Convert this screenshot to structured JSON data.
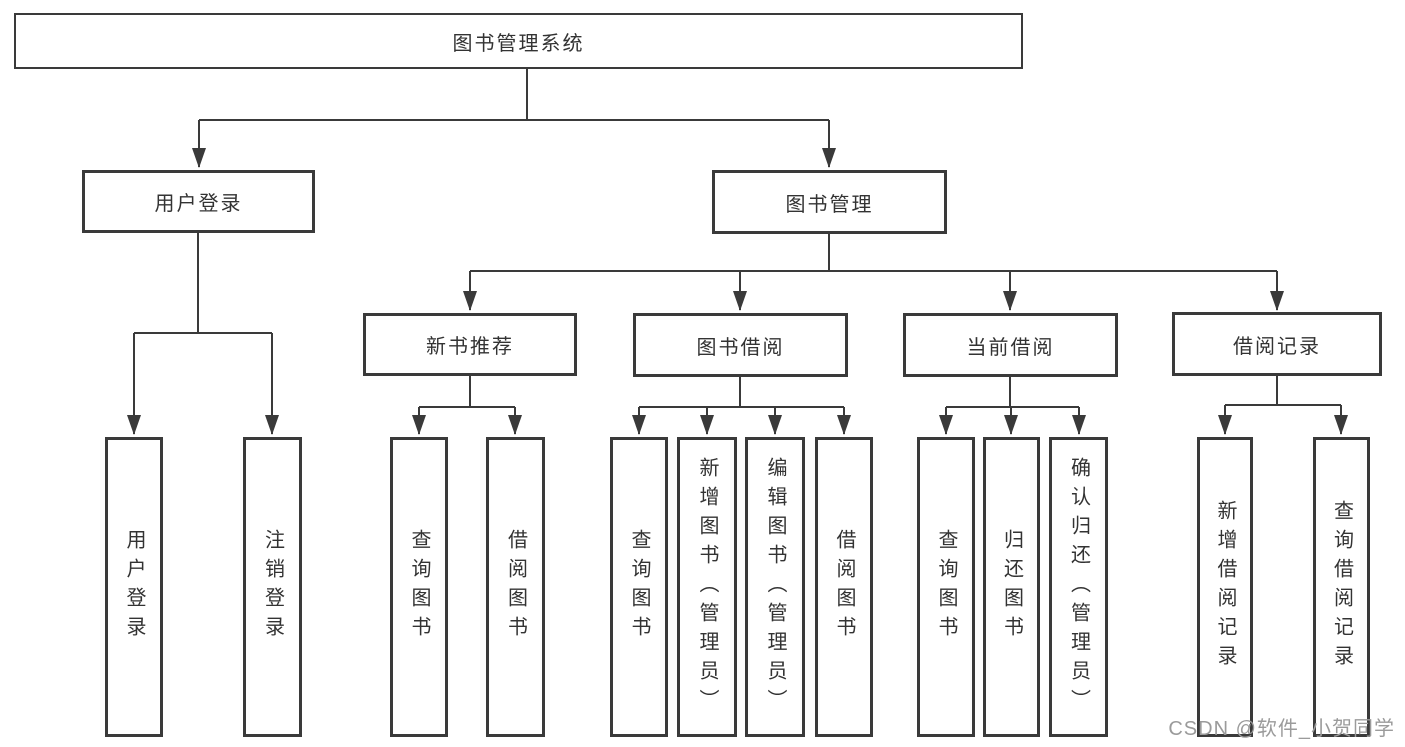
{
  "nodes": {
    "root": "图书管理系统",
    "userLogin": "用户登录",
    "bookMgmt": "图书管理",
    "newBookRec": "新书推荐",
    "bookBorrow": "图书借阅",
    "currentBorrow": "当前借阅",
    "borrowRecords": "借阅记录",
    "leafUserLogin": "用户登录",
    "leafLogout": "注销登录",
    "leafQueryBook1": "查询图书",
    "leafBorrowBook1": "借阅图书",
    "leafQueryBook2": "查询图书",
    "leafAddBook": "新增图书（管理员）",
    "leafEditBook": "编辑图书（管理员）",
    "leafBorrowBook2": "借阅图书",
    "leafQueryBook3": "查询图书",
    "leafReturnBook": "归还图书",
    "leafConfirmReturn": "确认归还（管理员）",
    "leafAddBorrowRecord": "新增借阅记录",
    "leafQueryBorrowRecord": "查询借阅记录"
  },
  "hierarchy": {
    "图书管理系统": {
      "用户登录": [
        "用户登录",
        "注销登录"
      ],
      "图书管理": {
        "新书推荐": [
          "查询图书",
          "借阅图书"
        ],
        "图书借阅": [
          "查询图书",
          "新增图书（管理员）",
          "编辑图书（管理员）",
          "借阅图书"
        ],
        "当前借阅": [
          "查询图书",
          "归还图书",
          "确认归还（管理员）"
        ],
        "借阅记录": [
          "新增借阅记录",
          "查询借阅记录"
        ]
      }
    }
  },
  "watermark": "CSDN @软件_小贺同学",
  "colors": {
    "line": "#3a3a3a",
    "text": "#333333",
    "watermark": "#9b9b9b",
    "background": "#ffffff"
  }
}
